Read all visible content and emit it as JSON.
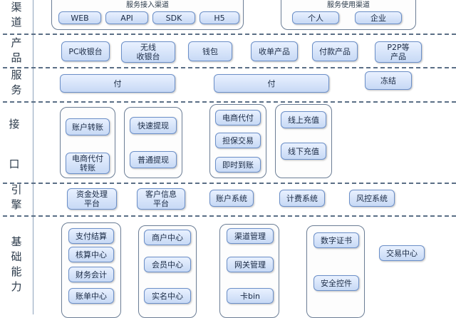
{
  "bands": {
    "channel": "渠道",
    "product": "产品",
    "service": "服务",
    "interface_top": "接",
    "interface_bottom": "口",
    "engine": "引擎",
    "foundation": "基础能力"
  },
  "channel": {
    "access_group_title": "服务接入渠道",
    "access_items": [
      "WEB",
      "API",
      "SDK",
      "H5"
    ],
    "usage_group_title": "服务使用渠道",
    "usage_items": [
      "个人",
      "企业"
    ]
  },
  "products": [
    "PC收银台",
    "无线\n收银台",
    "钱包",
    "收单产品",
    "付款产品",
    "P2P等\n产品"
  ],
  "services": [
    "付",
    "付",
    "冻结"
  ],
  "interfaces": {
    "group1": [
      "账户转账",
      "电商代付\n转账"
    ],
    "group2": [
      "快速提现",
      "普通提现"
    ],
    "group3": [
      "电商代付",
      "担保交易",
      "即时到账"
    ],
    "group4": [
      "线上充值",
      "线下充值"
    ]
  },
  "engines": [
    "资金处理\n平台",
    "客户信息\n平台",
    "账户系统",
    "计费系统",
    "风控系统"
  ],
  "foundation": {
    "group1": [
      "支付结算",
      "核算中心",
      "财务会计",
      "账单中心"
    ],
    "group2": [
      "商户中心",
      "会员中心",
      "实名中心"
    ],
    "group3": [
      "渠道管理",
      "网关管理",
      "卡bin"
    ],
    "group4": [
      "数字证书",
      "安全控件"
    ],
    "standalone": "交易中心"
  },
  "colors": {
    "box_border": "#6b8fc8",
    "box_fill_top": "#e9f1ff",
    "box_fill_bottom": "#c7d9f5",
    "separator": "#5b6f86"
  }
}
